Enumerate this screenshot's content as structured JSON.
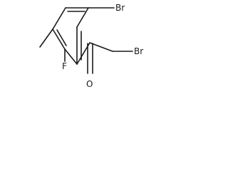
{
  "molecule": {
    "atoms": {
      "br_ring": "Br",
      "br_side": "Br",
      "f": "F",
      "o": "O"
    }
  }
}
